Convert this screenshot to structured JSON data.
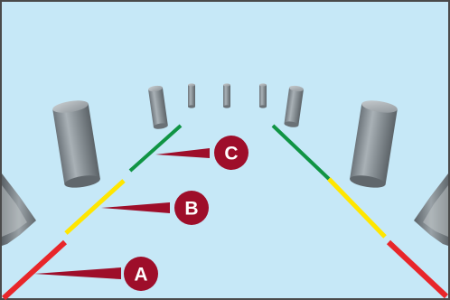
{
  "colors": {
    "background": "#c6e8f7",
    "frame_border": "#4a4a4a",
    "near_zone": "#e8262a",
    "middle_zone": "#ffe600",
    "far_zone": "#109444",
    "callout": "#9e0e2a",
    "callout_text": "#ffffff",
    "post": "#8c959b"
  },
  "icons": {
    "posts": "cylinder-post-icon",
    "mirrors": "side-mirror-icon"
  },
  "guide_zones": [
    {
      "id": "near",
      "label": "A"
    },
    {
      "id": "middle",
      "label": "B"
    },
    {
      "id": "far",
      "label": "C"
    }
  ],
  "callouts": [
    {
      "zone": "far",
      "label": "C"
    },
    {
      "zone": "middle",
      "label": "B"
    },
    {
      "zone": "near",
      "label": "A"
    }
  ]
}
